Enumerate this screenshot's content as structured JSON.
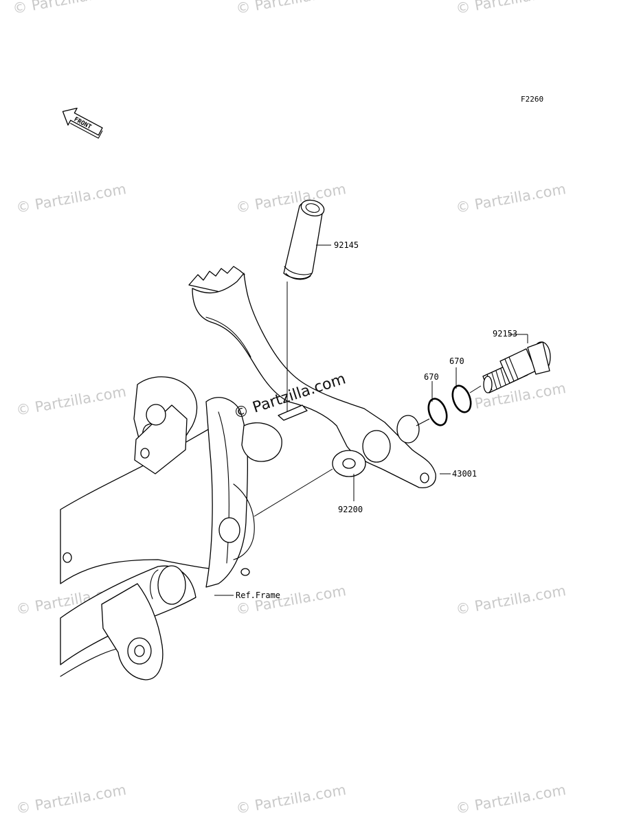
{
  "diagram": {
    "figure_code": "F2260",
    "front_label": "FRONT",
    "watermark": "© Partzilla.com",
    "parts": [
      {
        "number": "92145"
      },
      {
        "number": "92153"
      },
      {
        "number": "670"
      },
      {
        "number": "670"
      },
      {
        "number": "43001"
      },
      {
        "number": "92200"
      }
    ],
    "reference": "Ref.Frame"
  },
  "colors": {
    "line": "#000000",
    "watermark": "#c9c9c9",
    "background": "#ffffff"
  }
}
